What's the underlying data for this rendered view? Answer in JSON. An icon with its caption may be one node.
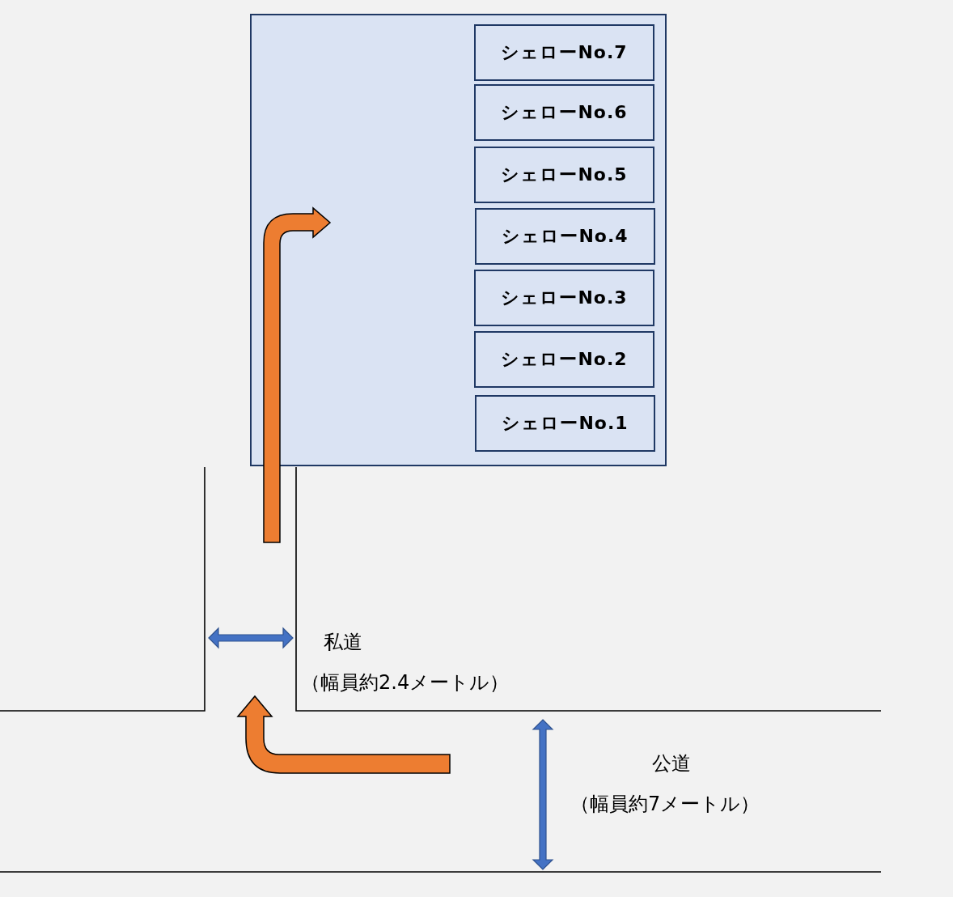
{
  "diagram": {
    "nodes": [
      {
        "text": [],
        "shape": "box"
      },
      {
        "text": [
          "シェローNo.7"
        ],
        "in": 0
      },
      {
        "text": [
          "シェローNo.6"
        ],
        "in": 0
      },
      {
        "text": [
          "シェローNo.5"
        ],
        "in": 0
      },
      {
        "text": [
          "シェローNo.4"
        ],
        "in": 0
      },
      {
        "text": [
          "シェローNo.3"
        ],
        "in": 0
      },
      {
        "text": [
          "シェローNo.2"
        ],
        "in": 0
      },
      {
        "text": [
          "シェローNo.1"
        ],
        "in": 0
      }
    ],
    "labels": [
      "私道",
      "（幅員約2.4メートル）",
      "公道",
      "（幅員約7メートル）"
    ]
  }
}
